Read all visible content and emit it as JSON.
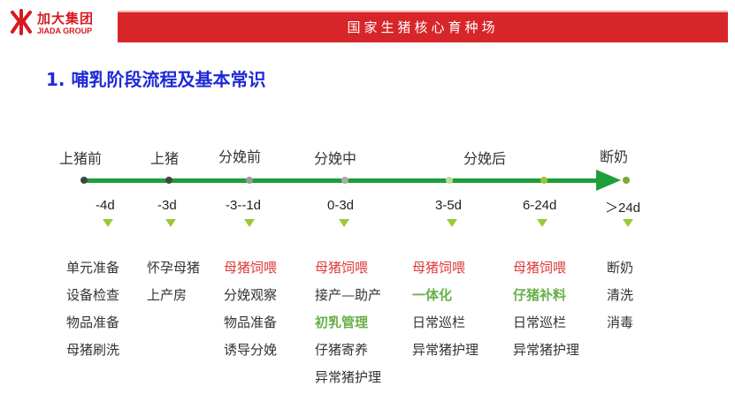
{
  "header": {
    "logo_cn": "加大集团",
    "logo_en": "JIADA GROUP",
    "banner": "国家生猪核心育种场"
  },
  "title": "1. 哺乳阶段流程及基本常识",
  "timeline": {
    "stages": [
      "上猪前",
      "上猪",
      "分娩前",
      "分娩中",
      "分娩后",
      "断奶"
    ],
    "days": [
      "-4d",
      "-3d",
      "-3--1d",
      "0-3d",
      "3-5d",
      "6-24d",
      "＞24d"
    ]
  },
  "columns": [
    {
      "items": [
        {
          "text": "单元准备",
          "style": "normal"
        },
        {
          "text": "设备检查",
          "style": "normal"
        },
        {
          "text": "物品准备",
          "style": "normal"
        },
        {
          "text": "母猪刷洗",
          "style": "normal"
        }
      ]
    },
    {
      "items": [
        {
          "text": "怀孕母猪",
          "style": "normal"
        },
        {
          "text": "上产房",
          "style": "normal"
        }
      ]
    },
    {
      "items": [
        {
          "text": "母猪饲喂",
          "style": "red"
        },
        {
          "text": "分娩观察",
          "style": "normal"
        },
        {
          "text": "物品准备",
          "style": "normal"
        },
        {
          "text": "诱导分娩",
          "style": "normal"
        }
      ]
    },
    {
      "items": [
        {
          "text": "母猪饲喂",
          "style": "red"
        },
        {
          "text": "接产—助产",
          "style": "normal"
        },
        {
          "text": "初乳管理",
          "style": "green"
        },
        {
          "text": "仔猪寄养",
          "style": "normal"
        },
        {
          "text": "异常猪护理",
          "style": "normal"
        }
      ]
    },
    {
      "items": [
        {
          "text": "母猪饲喂",
          "style": "red"
        },
        {
          "text": "一体化",
          "style": "green"
        },
        {
          "text": "日常巡栏",
          "style": "normal"
        },
        {
          "text": "异常猪护理",
          "style": "normal"
        }
      ]
    },
    {
      "items": [
        {
          "text": "母猪饲喂",
          "style": "red"
        },
        {
          "text": "仔猪补料",
          "style": "green"
        },
        {
          "text": "日常巡栏",
          "style": "normal"
        },
        {
          "text": "异常猪护理",
          "style": "normal"
        }
      ]
    },
    {
      "items": [
        {
          "text": "断奶",
          "style": "normal"
        },
        {
          "text": "清洗",
          "style": "normal"
        },
        {
          "text": "消毒",
          "style": "normal"
        }
      ]
    }
  ],
  "colors": {
    "brand_red": "#d71920",
    "banner_red": "#d7262a",
    "title_blue": "#1f2ad6",
    "timeline_green": "#1e9e3a",
    "marker_green": "#9dc63a",
    "highlight_red": "#e03a3a",
    "highlight_green": "#67b04a"
  }
}
